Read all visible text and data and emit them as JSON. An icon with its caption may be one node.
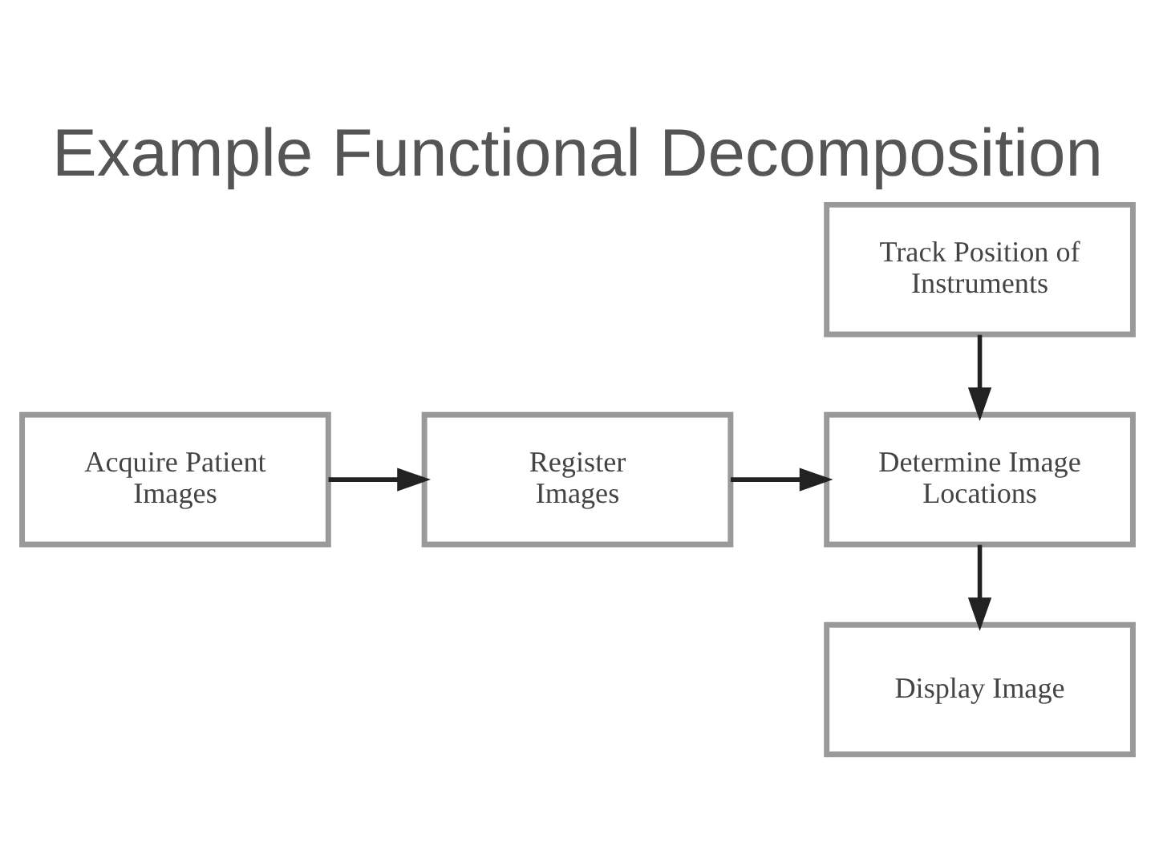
{
  "diagram": {
    "title": "Example Functional Decomposition",
    "nodes": [
      {
        "text": [
          "Track Position of Instruments"
        ]
      },
      {
        "text": [
          "Acquire Patient Images"
        ]
      },
      {
        "text": [
          "Register Images"
        ]
      },
      {
        "text": [
          "Determine Image Locations"
        ]
      },
      {
        "text": [
          "Display Image"
        ]
      }
    ],
    "edges": [
      {
        "from": 1,
        "to": 2,
        "arrow": "to"
      },
      {
        "from": 2,
        "to": 3,
        "arrow": "to"
      },
      {
        "from": 0,
        "to": 3,
        "arrow": "to"
      },
      {
        "from": 3,
        "to": 4,
        "arrow": "to"
      }
    ]
  }
}
